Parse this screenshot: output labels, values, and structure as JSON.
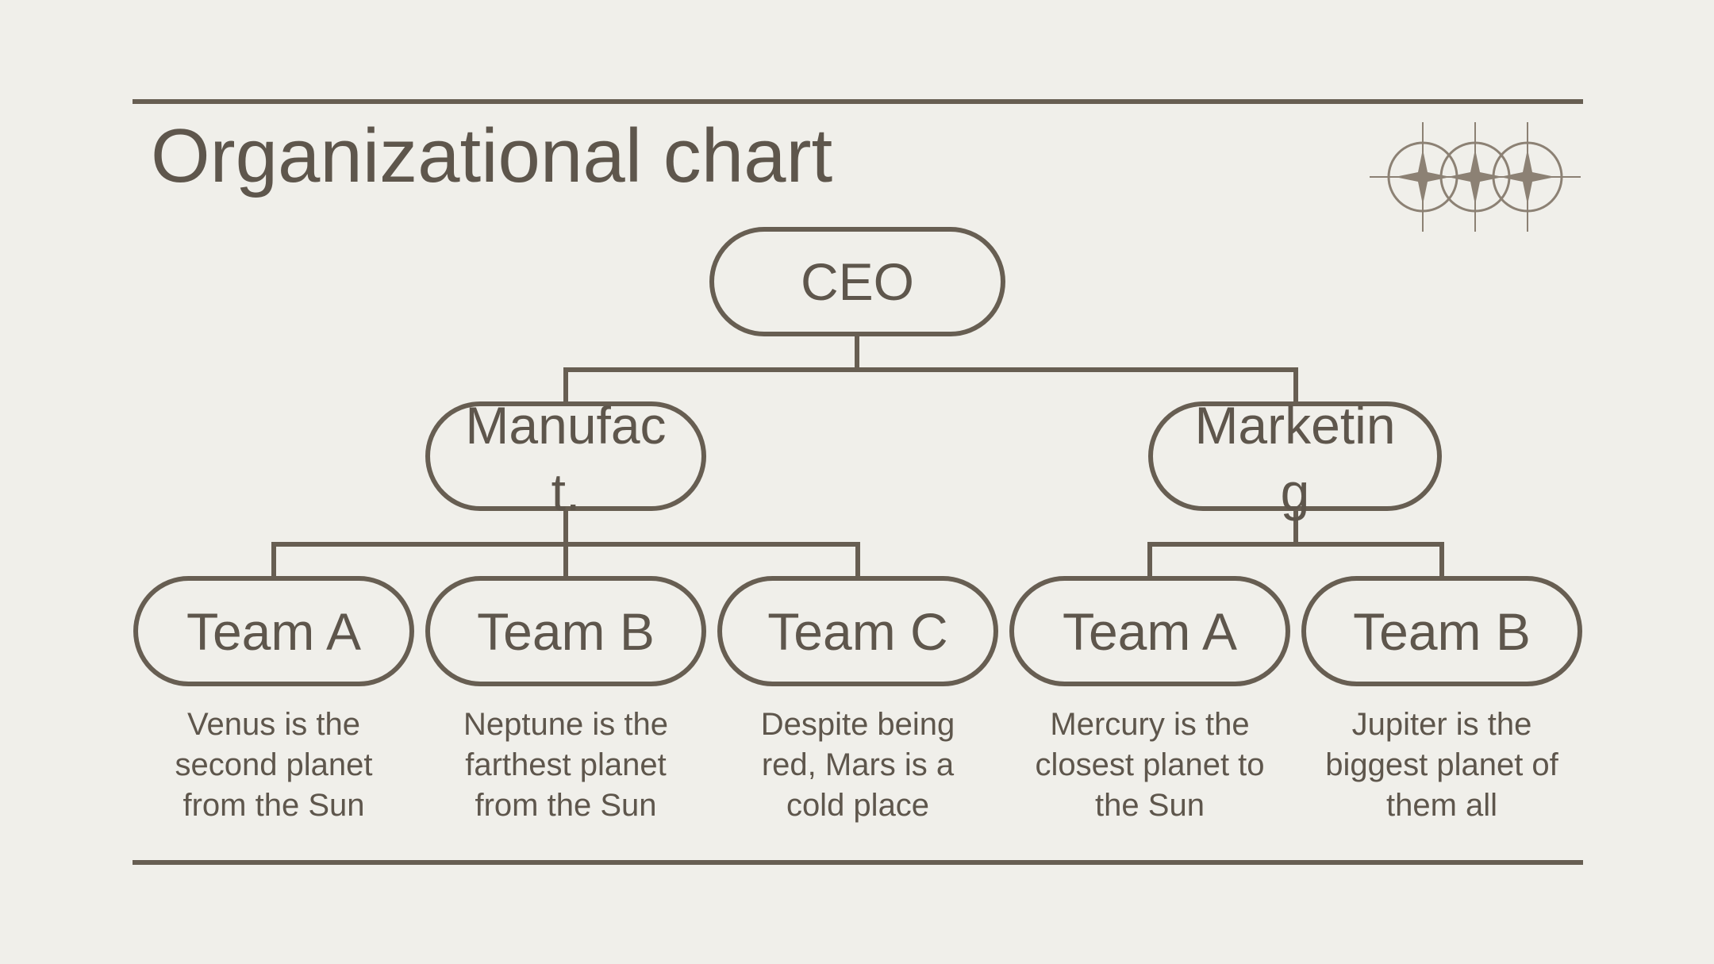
{
  "slide": {
    "title": "Organizational chart"
  },
  "org": {
    "root": {
      "label": "CEO"
    },
    "departments": [
      {
        "label": "Manufact."
      },
      {
        "label": "Marketing"
      }
    ],
    "teams": [
      {
        "label": "Team A",
        "description": "Venus is the second planet from the Sun"
      },
      {
        "label": "Team B",
        "description": "Neptune is the farthest planet from the Sun"
      },
      {
        "label": "Team C",
        "description": "Despite being red, Mars is a cold place"
      },
      {
        "label": "Team A",
        "description": "Mercury is the closest planet to the Sun"
      },
      {
        "label": "Team B",
        "description": "Jupiter is the biggest planet of them all"
      }
    ]
  },
  "decoration": {
    "icon": "triple-sparkle-circles-icon"
  },
  "colors": {
    "background": "#f0efea",
    "line": "#675e52",
    "text": "#5e564c",
    "logo": "#8c8174"
  }
}
